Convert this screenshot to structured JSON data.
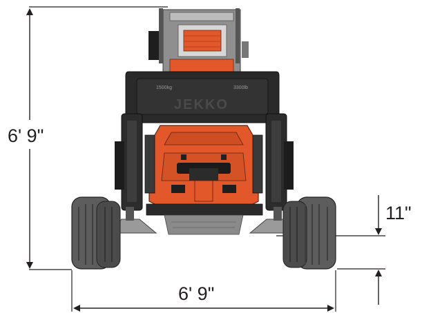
{
  "dimensions": {
    "height": "6' 9\"",
    "width": "6' 9\"",
    "ground_clearance": "11\""
  },
  "machine": {
    "brand": "JEKKO",
    "capacity_left": "1500kg",
    "capacity_right": "3300lb"
  },
  "colors": {
    "body_orange": "#e2582a",
    "body_dark": "#2a2a2a",
    "tire": "#5d5d5d",
    "dimension_line": "#231f20"
  }
}
